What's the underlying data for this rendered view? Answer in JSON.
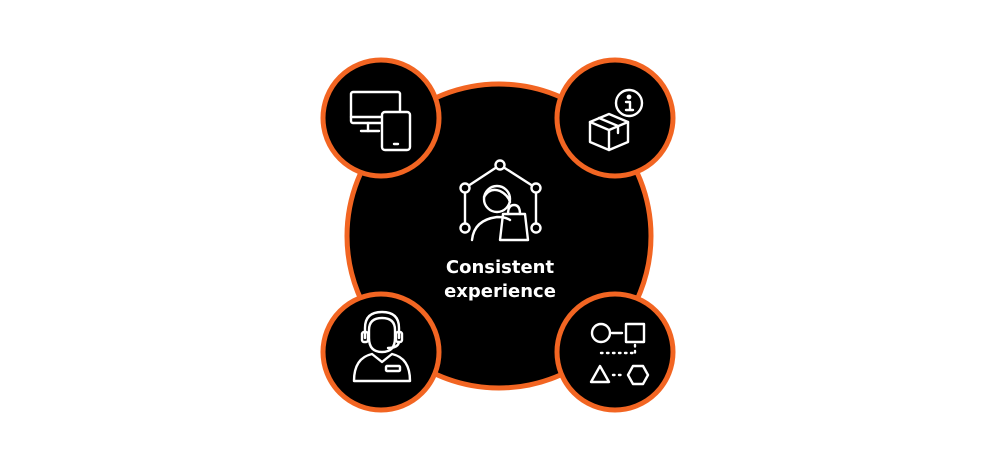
{
  "diagram": {
    "center": {
      "line1": "Consistent",
      "line2": "experience",
      "icon": "shopper-network-icon"
    },
    "satellites": [
      {
        "position": "top-left",
        "icon": "devices-icon"
      },
      {
        "position": "top-right",
        "icon": "product-info-icon"
      },
      {
        "position": "bottom-left",
        "icon": "support-agent-icon"
      },
      {
        "position": "bottom-right",
        "icon": "workflow-shapes-icon"
      }
    ],
    "colors": {
      "fill": "#000000",
      "ring": "#f26522",
      "icon": "#ffffff",
      "background": "#ffffff"
    }
  }
}
